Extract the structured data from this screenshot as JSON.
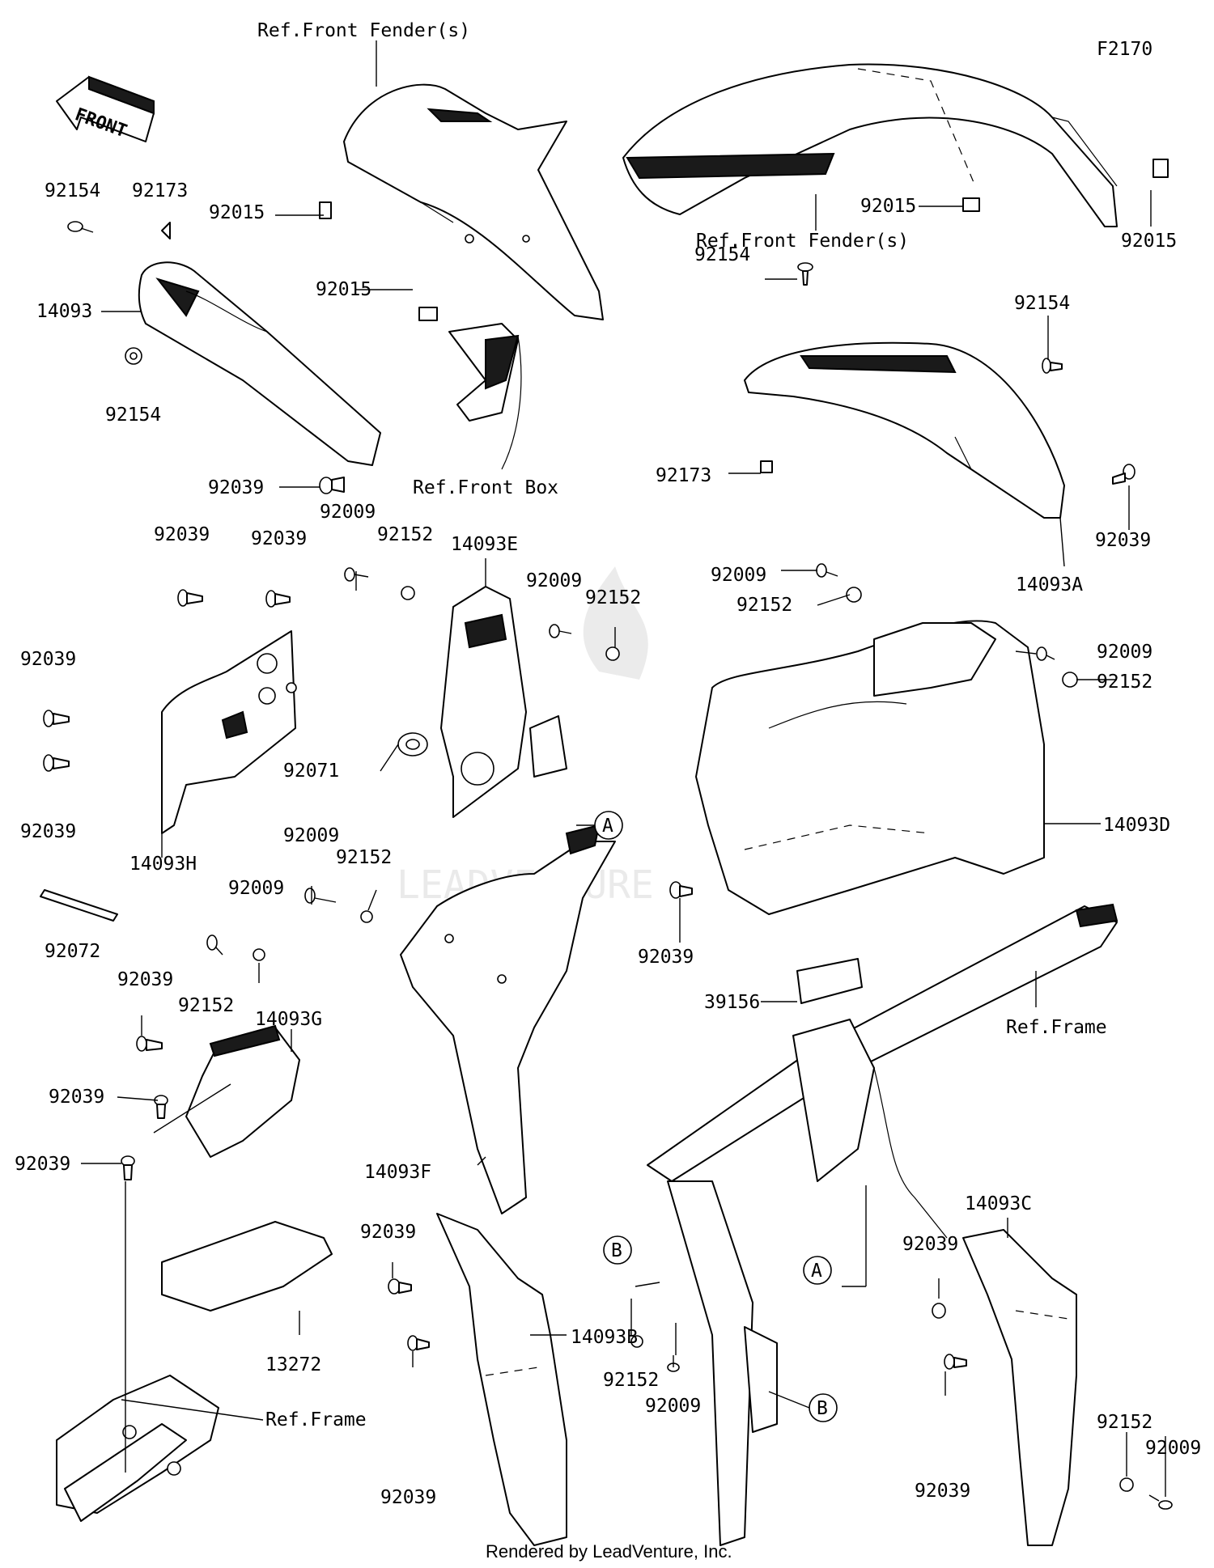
{
  "figure_code": "F2170",
  "front_arrow_label": "FRONT",
  "footer": "Rendered by LeadVenture, Inc.",
  "watermark": "LEADVENTURE",
  "refs": {
    "front_fender_1": "Ref.Front Fender(s)",
    "front_fender_2": "Ref.Front Fender(s)",
    "front_box": "Ref.Front Box",
    "frame_1": "Ref.Frame",
    "frame_2": "Ref.Frame"
  },
  "callouts": {
    "a1": "A",
    "a2": "A",
    "b1": "B",
    "b2": "B"
  },
  "parts": {
    "p01": "92154",
    "p02": "92173",
    "p03": "92015",
    "p04": "92015",
    "p05": "14093",
    "p06": "92154",
    "p07": "92039",
    "p08": "92015",
    "p09": "92015",
    "p10": "92154",
    "p11": "92154",
    "p12": "92173",
    "p13": "92039",
    "p14": "14093A",
    "p15": "92039",
    "p16": "92039",
    "p17": "92009",
    "p18": "92152",
    "p19": "14093E",
    "p20": "92009",
    "p21": "92152",
    "p22": "92039",
    "p23": "92039",
    "p24": "14093H",
    "p25": "92071",
    "p26": "92009",
    "p27": "92152",
    "p28": "92009",
    "p29": "92152",
    "p30": "14093D",
    "p31": "92009",
    "p32": "92152",
    "p33": "92152",
    "p34": "92009",
    "p35": "92039",
    "p36": "92072",
    "p37": "39156",
    "p38": "92039",
    "p39": "14093G",
    "p40": "92039",
    "p41": "92039",
    "p42": "14093F",
    "p43": "13272",
    "p44": "92039",
    "p45": "14093B",
    "p46": "92152",
    "p47": "92009",
    "p48": "92039",
    "p49": "14093C",
    "p50": "92039",
    "p51": "92152",
    "p52": "92009",
    "p53": "92039"
  }
}
